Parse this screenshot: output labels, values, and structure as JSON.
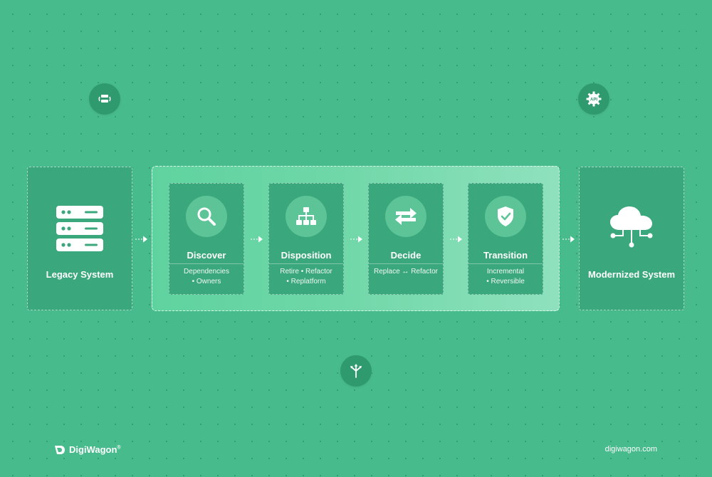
{
  "legacy": {
    "label": "Legacy System"
  },
  "modern": {
    "label": "Modernized System"
  },
  "steps": [
    {
      "title": "Discover",
      "sub1": "Dependencies",
      "sub2": "• Owners",
      "icon": "search-icon"
    },
    {
      "title": "Disposition",
      "sub1": "Retire • Refactor",
      "sub2": "• Replatform",
      "icon": "hierarchy-icon"
    },
    {
      "title": "Decide",
      "sub1": "Replace ↔ Refactor",
      "sub2": "",
      "icon": "swap-arrows-icon"
    },
    {
      "title": "Transition",
      "sub1": "Incremental",
      "sub2": "• Reversible",
      "icon": "shield-check-icon"
    }
  ],
  "floating_icons": {
    "top_left": "server-sync-icon",
    "top_right": "api-gear-icon",
    "bottom_center": "split-arrows-icon"
  },
  "api_badge": "API",
  "footer": {
    "brand": "DigiWagon",
    "trademark": "®",
    "url": "digiwagon.com"
  },
  "colors": {
    "background": "#47bb8c",
    "box": "#3aa87c",
    "pipeline_start": "#5fd39f",
    "pipeline_end": "#8fe1bd",
    "icon_circle": "#2f9a6e",
    "text": "#ffffff"
  }
}
